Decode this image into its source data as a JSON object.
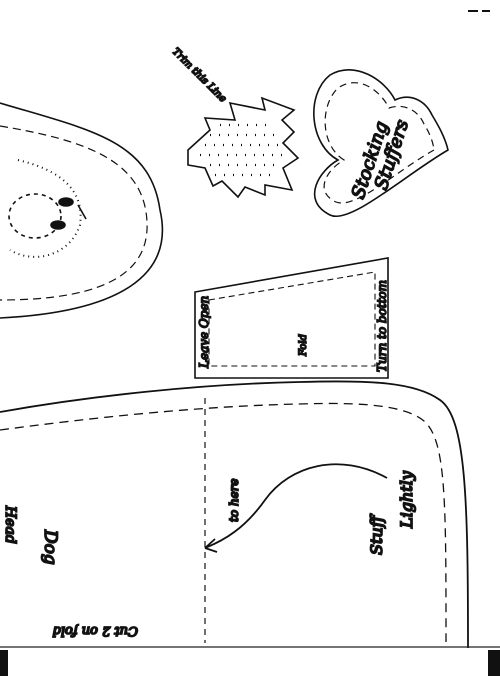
{
  "labels": {
    "head_note": "Trim this Line",
    "heart_text_line1": "Stocking",
    "heart_text_line2": "Stuffers",
    "tag_left_text": "Leave Open",
    "tag_right_text": "Turn to bottom",
    "tag_mid_text": "Fold",
    "dog_text": "Dog",
    "partial_left_text": "Head",
    "cut_on_fold_text": "Cut 2 on fold",
    "to_here_text": "to here",
    "stuff_text_line1": "Stuff",
    "stuff_text_line2": "Lightly"
  },
  "colors": {
    "ink": "#111111",
    "paper": "#ffffff",
    "edge_bar": "#000000"
  }
}
